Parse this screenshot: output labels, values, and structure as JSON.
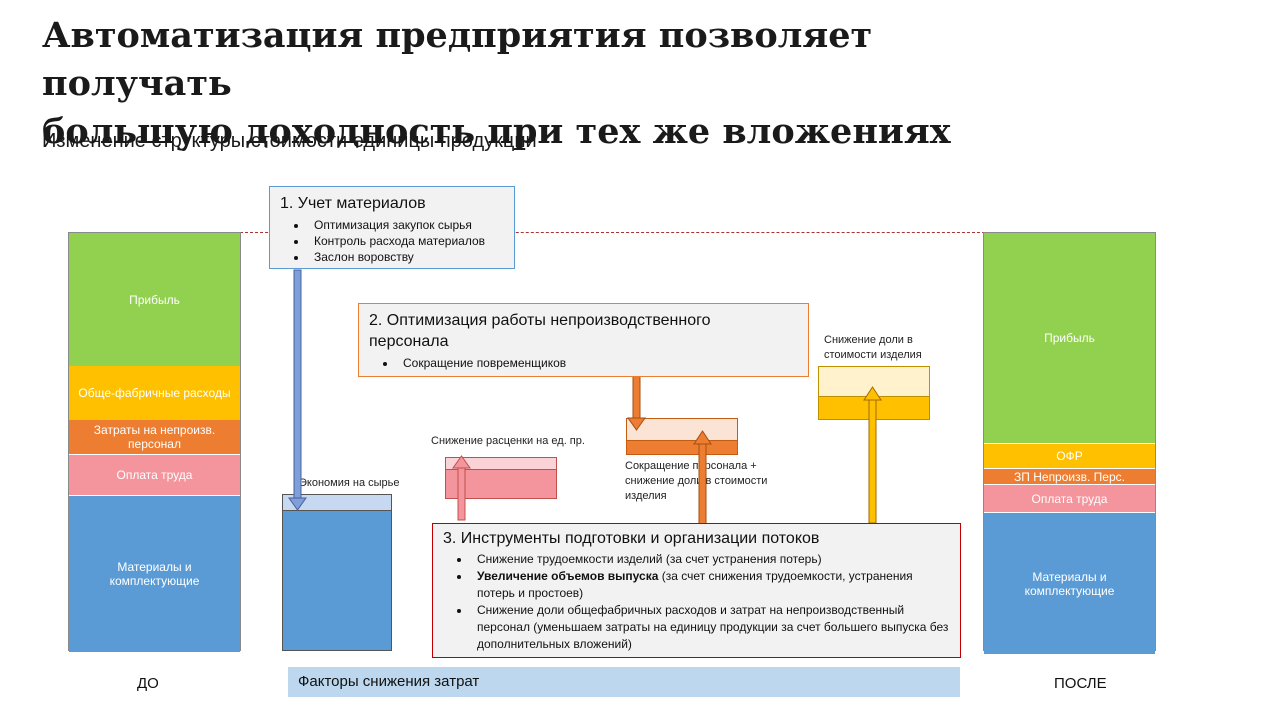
{
  "header": {
    "title_line1": "Автоматизация предприятия позволяет получать",
    "title_line2": "большую доходность при тех же вложениях",
    "subtitle": "Изменение структуры стоимости единицы продукции"
  },
  "before": {
    "axis_label": "ДО",
    "profit": "Прибыль",
    "overhead": "Обще-фабричные расходы",
    "nonprod_staff": "Затраты на непроизв. персонал",
    "labor": "Оплата труда",
    "materials": "Материалы и комплектующие"
  },
  "after": {
    "axis_label": "ПОСЛЕ",
    "profit": "Прибыль",
    "overhead": "ОФР",
    "nonprod_staff": "ЗП Непроизв. Перс.",
    "labor": "Оплата труда",
    "materials": "Материалы и комплектующие"
  },
  "factors": {
    "materials_box": {
      "title": "1. Учет материалов",
      "items": [
        "Оптимизация закупок сырья",
        "Контроль расхода материалов",
        "Заслон воровству"
      ]
    },
    "staff_box": {
      "title": "2. Оптимизация работы непроизводственного персонала",
      "items": [
        "Сокращение повременщиков"
      ]
    },
    "tools_box": {
      "title": "3. Инструменты подготовки и организации потоков",
      "item1": "Снижение трудоемкости изделий (за счет устранения потерь)",
      "item2_bold": "Увеличение объемов выпуска",
      "item2_rest": " (за счет снижения трудоемкости, устранения потерь и простоев)",
      "item3": "Снижение доли общефабричных расходов и затрат на непроизводственный персонал (уменьшаем затраты на единицу продукции за счет большего выпуска без дополнительных вложений)"
    },
    "label_raw_savings": "Экономия на сырье",
    "label_rate_reduction": "Снижение расценки на ед. пр.",
    "label_staff_cut": "Сокращение персонала + снижение доли в стоимости изделия",
    "label_share_reduction": "Снижение доли в стоимости изделия",
    "footer": "Факторы снижения затрат"
  },
  "colors": {
    "profit": "#92d050",
    "overhead": "#ffc000",
    "nonprod": "#ed7d31",
    "labor": "#f4949c",
    "materials": "#5b9bd5"
  }
}
